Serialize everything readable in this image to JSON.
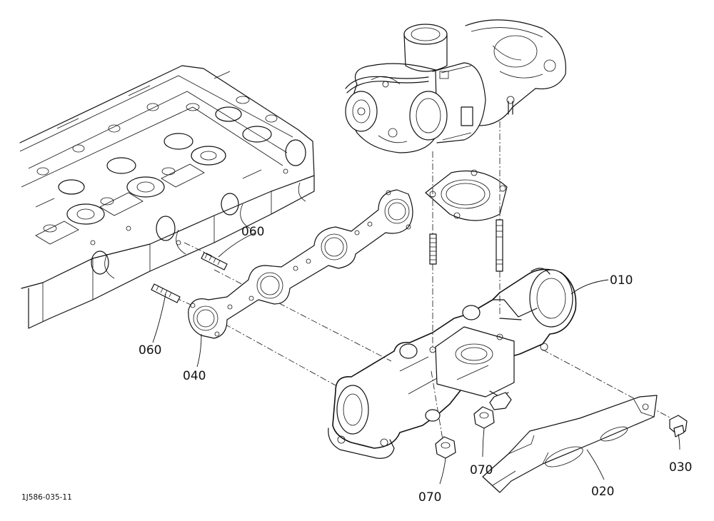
{
  "diagram": {
    "drawing_number": "1J586-035-11",
    "callouts": {
      "c010": "010",
      "c020": "020",
      "c030": "030",
      "c040": "040",
      "c060_upper": "060",
      "c060_lower": "060",
      "c070_left": "070",
      "c070_right": "070"
    }
  }
}
